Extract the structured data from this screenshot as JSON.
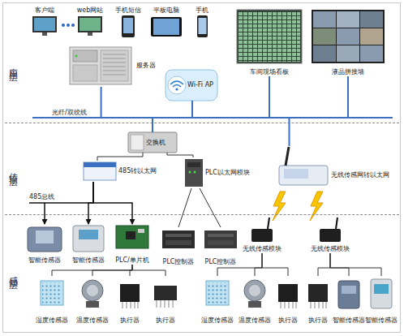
{
  "diagram": {
    "nodes": [
      {
        "text": [
          "应用层"
        ]
      },
      {
        "text": [
          "客户端"
        ],
        "in": 0
      },
      {
        "text": [
          "web网站"
        ],
        "in": 0
      },
      {
        "text": [
          "手机短信"
        ],
        "in": 0
      },
      {
        "text": [
          "平板电脑"
        ],
        "in": 0
      },
      {
        "text": [
          "手机"
        ],
        "in": 0
      },
      {
        "text": [
          "服务器"
        ],
        "in": 0
      },
      {
        "text": [
          "Wi-Fi AP"
        ],
        "in": 0
      },
      {
        "text": [
          "车间现场看板"
        ],
        "in": 0
      },
      {
        "text": [
          "液晶拼接墙"
        ],
        "in": 0
      },
      {
        "text": [
          "传输层"
        ]
      },
      {
        "text": [
          "交换机"
        ],
        "in": 10
      },
      {
        "text": [
          "485转以太网"
        ],
        "in": 10
      },
      {
        "text": [
          "PLC以太网模块"
        ],
        "in": 10
      },
      {
        "text": [
          "无线传感网转以太网"
        ],
        "in": 10
      },
      {
        "text": [
          "感知层"
        ]
      },
      {
        "text": [
          "智能传感器"
        ],
        "in": 15
      },
      {
        "text": [
          "智能传感器"
        ],
        "in": 15
      },
      {
        "text": [
          "PLC/单片机"
        ],
        "in": 15
      },
      {
        "text": [
          "PLC控制器"
        ],
        "in": 15
      },
      {
        "text": [
          "PLC控制器"
        ],
        "in": 15
      },
      {
        "text": [
          "无线传感模块"
        ],
        "in": 15
      },
      {
        "text": [
          "无线传感模块"
        ],
        "in": 15
      },
      {
        "text": [
          "湿度传感器"
        ],
        "in": 15
      },
      {
        "text": [
          "温度传感器"
        ],
        "in": 15
      },
      {
        "text": [
          "执行器"
        ],
        "in": 15
      },
      {
        "text": [
          "执行器"
        ],
        "in": 15
      },
      {
        "text": [
          "湿度传感器"
        ],
        "in": 15
      },
      {
        "text": [
          "温度传感器"
        ],
        "in": 15
      },
      {
        "text": [
          "执行器"
        ],
        "in": 15
      },
      {
        "text": [
          "执行器"
        ],
        "in": 15
      },
      {
        "text": [
          "智能传感器"
        ],
        "in": 15
      },
      {
        "text": [
          "智能传感器"
        ],
        "in": 15
      }
    ],
    "edges": [
      {
        "from": 6,
        "to": 11,
        "arrow": "none"
      },
      {
        "from": 7,
        "to": 11,
        "arrow": "none"
      },
      {
        "from": 8,
        "to": 11,
        "arrow": "none"
      },
      {
        "from": 9,
        "to": 11,
        "arrow": "none"
      },
      {
        "from": 11,
        "to": 14,
        "arrow": "none"
      },
      {
        "from": 11,
        "to": 12,
        "arrow": "none"
      },
      {
        "from": 11,
        "to": 13,
        "arrow": "none"
      },
      {
        "from": 12,
        "to": 16,
        "arrow": "to"
      },
      {
        "from": 12,
        "to": 17,
        "arrow": "to"
      },
      {
        "from": 12,
        "to": 18,
        "arrow": "to"
      },
      {
        "from": 13,
        "to": 19,
        "arrow": "none"
      },
      {
        "from": 13,
        "to": 20,
        "arrow": "none"
      },
      {
        "from": 18,
        "to": 23,
        "arrow": "none"
      },
      {
        "from": 18,
        "to": 24,
        "arrow": "none"
      },
      {
        "from": 18,
        "to": 25,
        "arrow": "none"
      },
      {
        "from": 18,
        "to": 26,
        "arrow": "none"
      },
      {
        "from": 21,
        "to": 27,
        "arrow": "none"
      },
      {
        "from": 21,
        "to": 28,
        "arrow": "none"
      },
      {
        "from": 21,
        "to": 29,
        "arrow": "none"
      },
      {
        "from": 22,
        "to": 30,
        "arrow": "none"
      },
      {
        "from": 22,
        "to": 31,
        "arrow": "none"
      },
      {
        "from": 22,
        "to": 32,
        "arrow": "none"
      }
    ],
    "labels": [
      "光纤/双绞线",
      "485总线"
    ]
  }
}
